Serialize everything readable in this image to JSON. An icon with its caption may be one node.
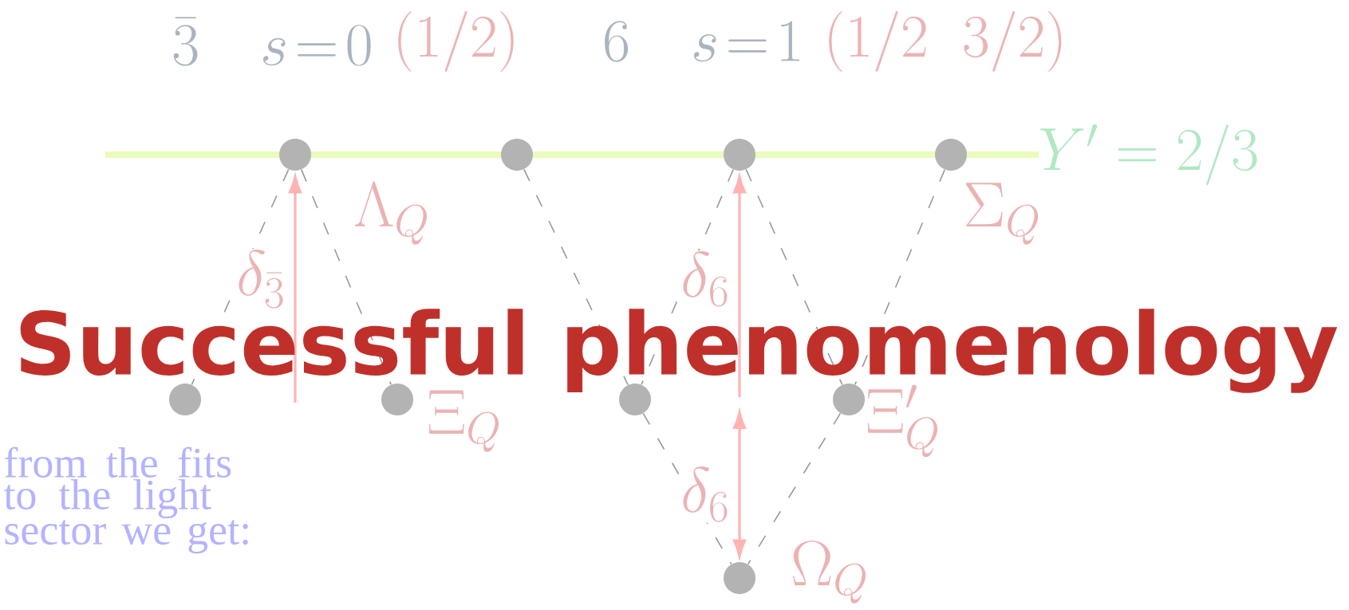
{
  "diagram": {
    "title": "Successful phenomenology",
    "nodes": [
      {
        "text": [],
        "shape": "circle",
        "beside": [
          "\\Lambda_Q"
        ]
      },
      {
        "text": [],
        "shape": "circle"
      },
      {
        "text": [],
        "shape": "circle"
      },
      {
        "text": [],
        "shape": "circle",
        "beside": [
          "\\Sigma_Q"
        ]
      },
      {
        "text": [],
        "shape": "circle"
      },
      {
        "text": [],
        "shape": "circle",
        "beside": [
          "\\Xi_Q"
        ]
      },
      {
        "text": [],
        "shape": "circle"
      },
      {
        "text": [],
        "shape": "circle",
        "beside": [
          "\\Xi'_Q"
        ]
      },
      {
        "text": [],
        "shape": "circle",
        "beside": [
          "\\Omega_Q"
        ]
      }
    ],
    "edges": [
      {
        "from": 0,
        "to": 4,
        "arrow": "none",
        "style": "dashed"
      },
      {
        "from": 0,
        "to": 5,
        "arrow": "none",
        "style": "dashed"
      },
      {
        "from": 1,
        "to": 6,
        "arrow": "none",
        "style": "dashed"
      },
      {
        "from": 2,
        "to": 6,
        "arrow": "none",
        "style": "dashed"
      },
      {
        "from": 2,
        "to": 7,
        "arrow": "none",
        "style": "dashed"
      },
      {
        "from": 3,
        "to": 7,
        "arrow": "none",
        "style": "dashed"
      },
      {
        "from": 6,
        "to": 8,
        "arrow": "none",
        "style": "dashed"
      },
      {
        "from": 7,
        "to": 8,
        "arrow": "none",
        "style": "dashed"
      },
      {
        "from": null,
        "to": 0,
        "arrow": "to",
        "color": "#ffb3b3",
        "label": "\\delta_{\\bar{3}}"
      },
      {
        "from": null,
        "to": 2,
        "arrow": "to",
        "color": "#ffb3b3",
        "label": "\\delta_6"
      },
      {
        "from": null,
        "to": 8,
        "arrow": "both",
        "color": "#ffb3b3",
        "label": "\\delta_6"
      }
    ],
    "labels": [
      "\\bar{3}\\quad s\\!=\\!0",
      "(1/2)",
      "6\\quad s\\!=\\!1",
      "(1/2\\;\\;3/2)",
      "Y' = 2/3",
      "from the fits to the light sector we get:"
    ]
  }
}
